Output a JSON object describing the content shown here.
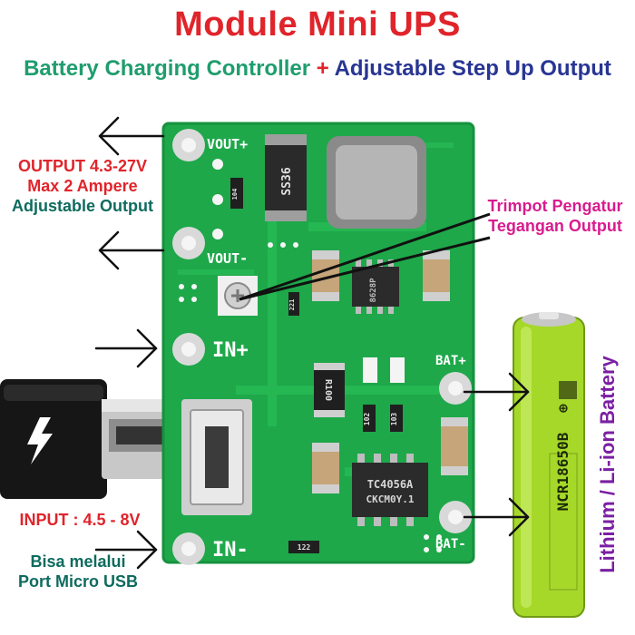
{
  "title": "Module Mini UPS",
  "subtitle": {
    "part1": "Battery Charging Controller",
    "plus": "+",
    "part2": "Adjustable Step Up Output"
  },
  "output": {
    "line1": "OUTPUT 4.3-27V",
    "line2": "Max 2 Ampere",
    "line3": "Adjustable Output"
  },
  "trimpot": {
    "line1": "Trimpot Pengatur",
    "line2": "Tegangan Output"
  },
  "input": {
    "line1": "INPUT : 4.5 - 8V",
    "line2": "Bisa melalui",
    "line3": "Port Micro USB"
  },
  "battery_label": "Lithium / Li-ion Battery",
  "board": {
    "vout_plus": "VOUT+",
    "vout_minus": "VOUT-",
    "in_plus": "IN+",
    "in_minus": "IN-",
    "bat_plus": "BAT+",
    "bat_minus": "BAT-",
    "diode_code": "SS36",
    "ic_top_code": "8628P",
    "ic_bottom_line1": "TC4056A",
    "ic_bottom_line2": "CKCM0Y.1",
    "resistor_code": "R100",
    "res_102": "102",
    "res_103": "103",
    "res_122": "122",
    "res_221": "221",
    "res_104": "104"
  },
  "cell": {
    "model": "NCR18650B",
    "symbol": "⊕"
  },
  "colors": {
    "pcb": "#1ea84a",
    "pcb_dark": "#16913e",
    "title_red": "#e0242b",
    "sub_green": "#1f9d6e",
    "sub_blue": "#283593",
    "pink": "#d81b8f",
    "purple": "#7b1fa2",
    "battery": "#a6d82a"
  }
}
